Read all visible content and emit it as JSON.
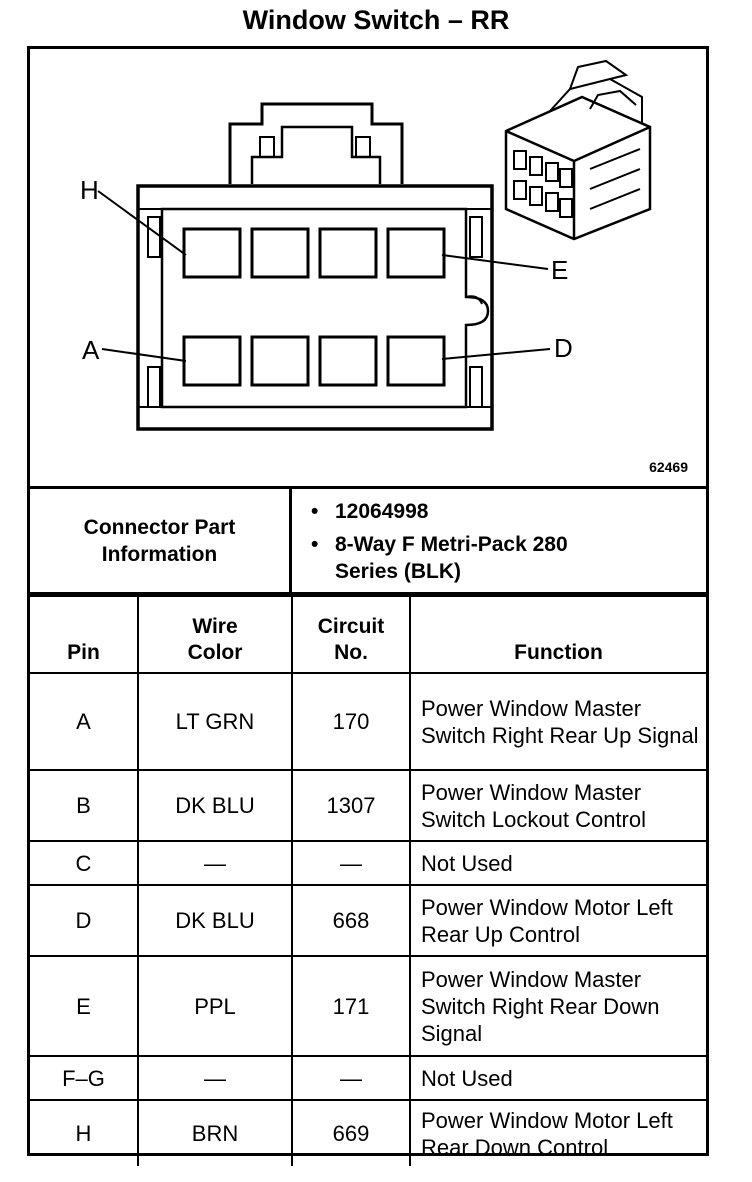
{
  "title": "Window Switch – RR",
  "figure_ref": "62469",
  "pin_labels": {
    "h": "H",
    "e": "E",
    "a": "A",
    "d": "D"
  },
  "connector_info": {
    "label": "Connector Part Information",
    "items": [
      "12064998",
      "8-Way F Metri-Pack 280 Series (BLK)"
    ]
  },
  "table": {
    "headers": {
      "pin": "Pin",
      "wire_color": "Wire Color",
      "circuit": "Circuit No.",
      "function": "Function"
    },
    "rows": [
      {
        "pin": "A",
        "wire": "LT GRN",
        "circuit": "170",
        "function": "Power Window Master Switch Right Rear Up Signal"
      },
      {
        "pin": "B",
        "wire": "DK BLU",
        "circuit": "1307",
        "function": "Power Window Master Switch Lockout Control"
      },
      {
        "pin": "C",
        "wire": "—",
        "circuit": "—",
        "function": "Not Used"
      },
      {
        "pin": "D",
        "wire": "DK BLU",
        "circuit": "668",
        "function": "Power Window Motor Left Rear Up Control"
      },
      {
        "pin": "E",
        "wire": "PPL",
        "circuit": "171",
        "function": "Power Window Master Switch Right Rear Down Signal"
      },
      {
        "pin": "F–G",
        "wire": "—",
        "circuit": "—",
        "function": "Not Used"
      },
      {
        "pin": "H",
        "wire": "BRN",
        "circuit": "669",
        "function": "Power Window Motor Left Rear Down Control"
      }
    ]
  }
}
